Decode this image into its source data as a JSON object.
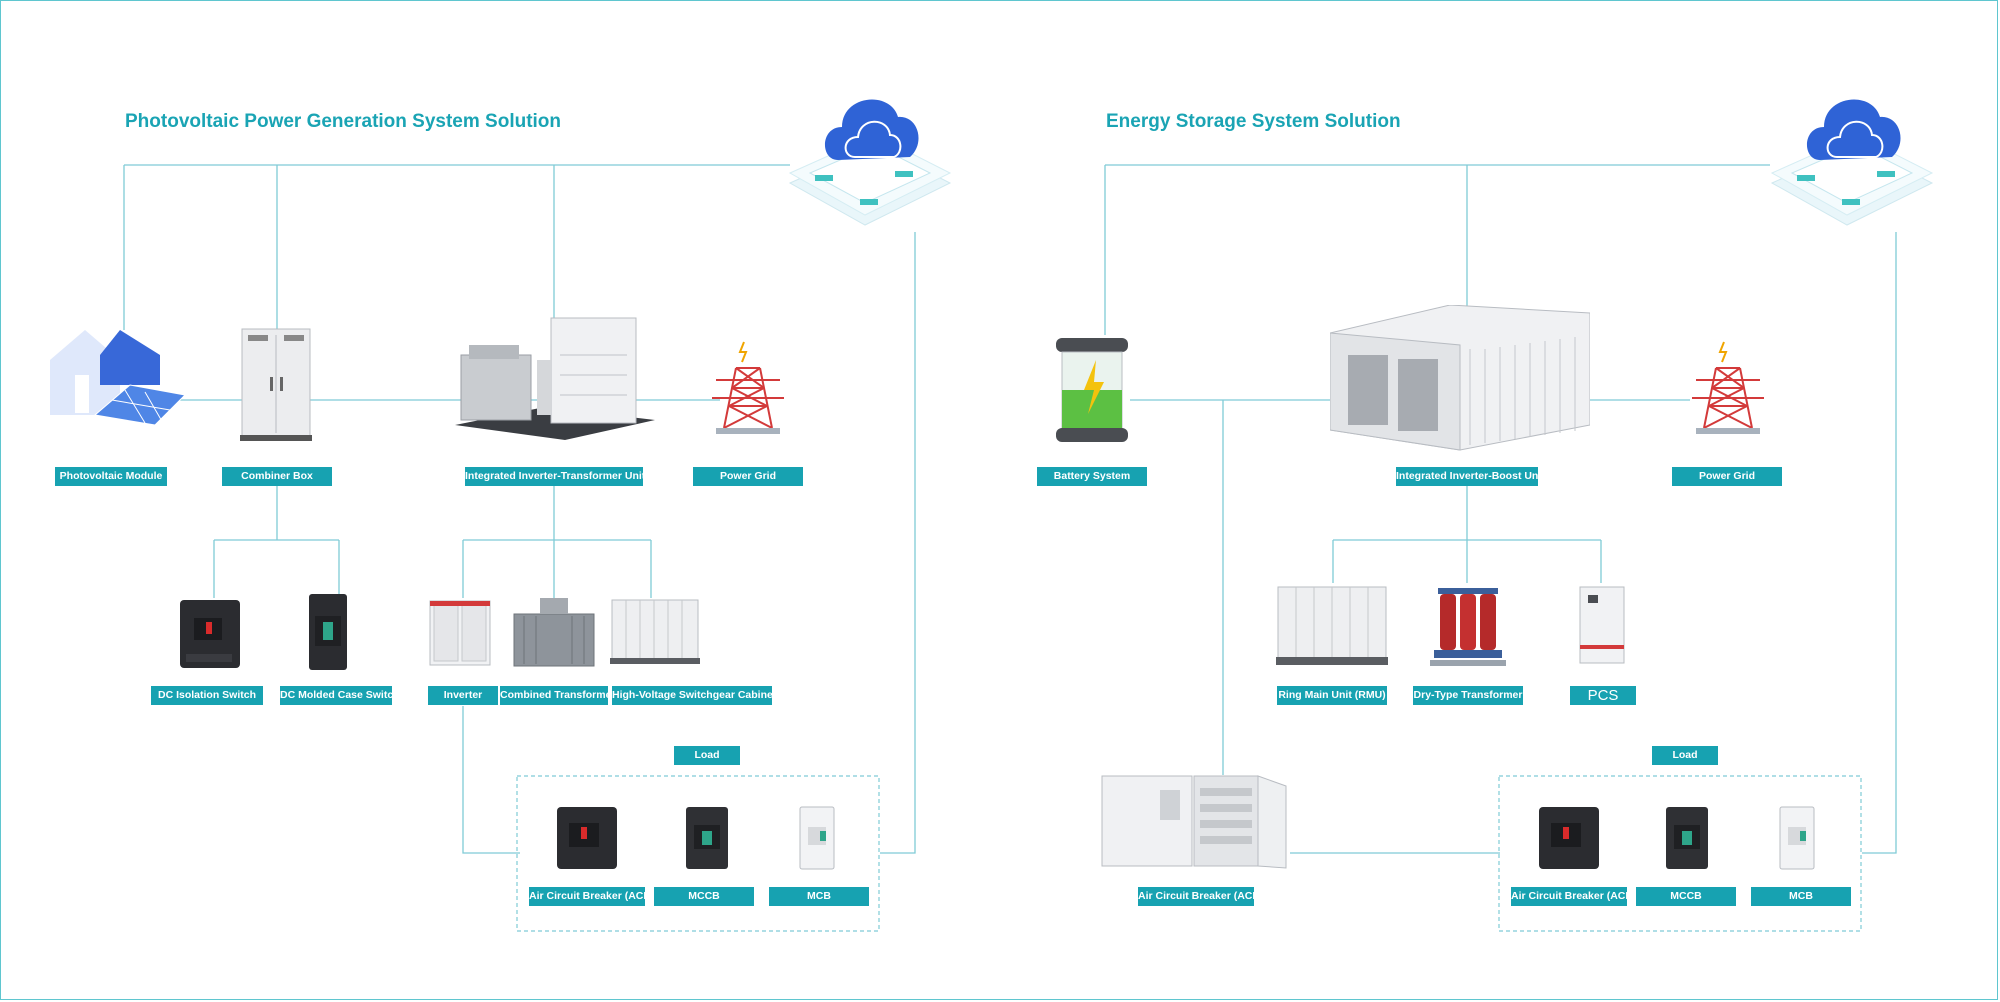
{
  "pv": {
    "title": "Photovoltaic Power Generation System Solution",
    "labels": {
      "module": "Photovoltaic Module",
      "combiner": "Combiner Box",
      "inverter_transformer": "Integrated Inverter-Transformer Unit",
      "grid": "Power Grid",
      "dc_isolation": "DC Isolation Switch",
      "dc_mccb": "DC Molded Case Switch",
      "inverter": "Inverter",
      "combined_transformer": "Combined Transformer",
      "hv_switchgear": "High-Voltage Switchgear Cabinet",
      "load": "Load",
      "acb": "Air Circuit Breaker (ACB)",
      "mccb": "MCCB",
      "mcb": "MCB"
    }
  },
  "ess": {
    "title": "Energy Storage System Solution",
    "labels": {
      "battery": "Battery System",
      "inverter_boost": "Integrated Inverter-Boost Unit",
      "grid": "Power Grid",
      "rmu": "Ring Main Unit (RMU)",
      "dry_transformer": "Dry-Type Transformer",
      "pcs": "PCS",
      "cabinet_acb": "Air Circuit Breaker (ACB)",
      "load": "Load",
      "acb": "Air Circuit Breaker (ACB)",
      "mccb": "MCCB",
      "mcb": "MCB"
    }
  },
  "colors": {
    "accent": "#17a2b1",
    "wire": "#7fcbd6",
    "cloud": "#2f63d6"
  },
  "icons": {
    "cloud": "cloud-platform-icon",
    "house": "house-solar-icon",
    "tower": "power-tower-icon",
    "battery": "battery-icon"
  }
}
